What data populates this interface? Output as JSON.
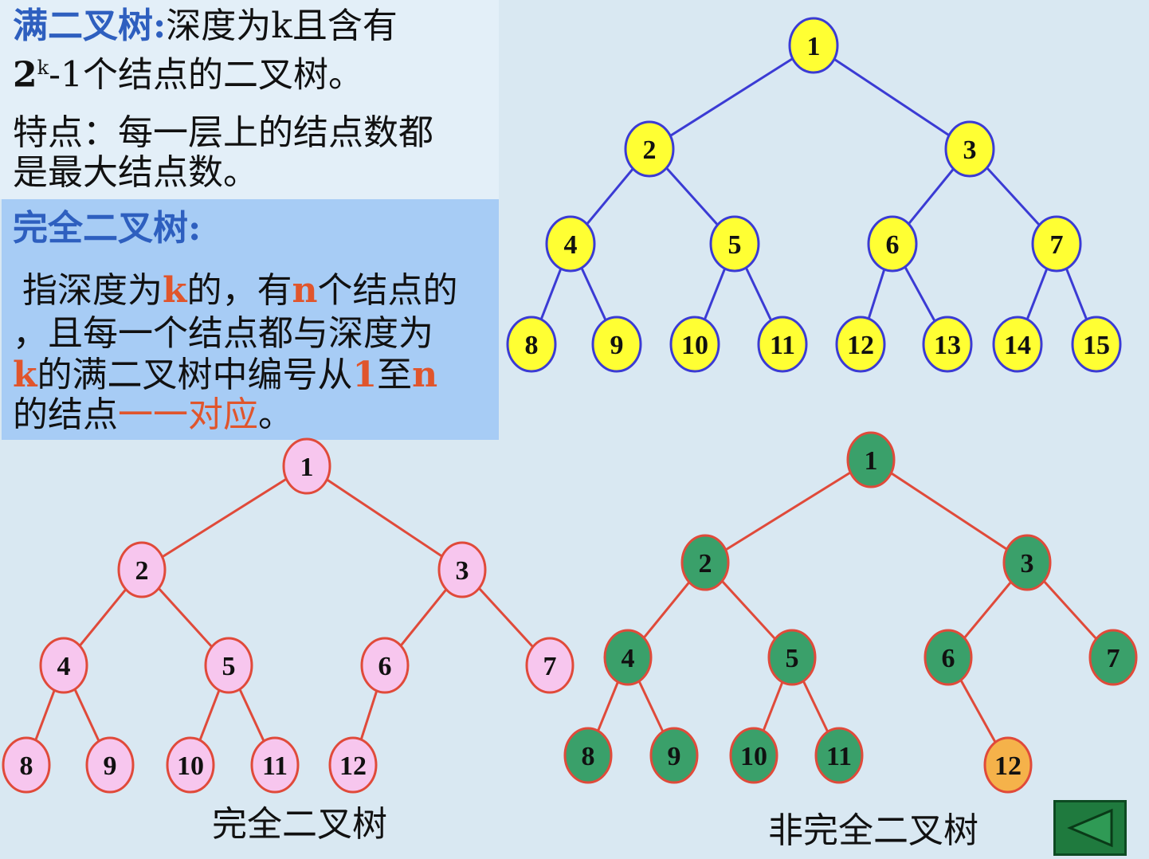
{
  "full_tree": {
    "title": "满二叉树:",
    "desc_line1": "深度为k且含有",
    "desc_line2_a": "2",
    "desc_line2_sup": "k",
    "desc_line2_b": "-1个结点的二叉树。",
    "feature_line1": "特点：每一层上的结点数都",
    "feature_line2": "是最大结点数。",
    "nodes": [
      "1",
      "2",
      "3",
      "4",
      "5",
      "6",
      "7",
      "8",
      "9",
      "10",
      "11",
      "12",
      "13",
      "14",
      "15"
    ]
  },
  "complete_tree": {
    "title": "完全二叉树:",
    "def_l1_a": "指深度为",
    "def_l1_k": "k",
    "def_l1_b": "的，有",
    "def_l1_n": "n",
    "def_l1_c": "个结点的",
    "def_l2": "，且每一个结点都与深度为",
    "def_l3_k": "k",
    "def_l3_a": "的满二叉树中编号从",
    "def_l3_1": "1",
    "def_l3_b": "至",
    "def_l3_n": "n",
    "def_l4_a": "的结点",
    "def_l4_red": "一一对应",
    "def_l4_b": "。",
    "caption": "完全二叉树",
    "nodes": [
      "1",
      "2",
      "3",
      "4",
      "5",
      "6",
      "7",
      "8",
      "9",
      "10",
      "11",
      "12"
    ]
  },
  "incomplete_tree": {
    "caption": "非完全二叉树",
    "nodes": [
      "1",
      "2",
      "3",
      "4",
      "5",
      "6",
      "7",
      "8",
      "9",
      "10",
      "11",
      "12"
    ]
  },
  "colors": {
    "full_fill": "#ffff33",
    "full_edge": "#3b3bd4",
    "complete_fill": "#f7c6ee",
    "complete_stroke": "#e04a3a",
    "green_fill": "#3aa06a",
    "orange_fill": "#f5b24a"
  },
  "nav": {
    "icon": "triangle-left-icon"
  }
}
